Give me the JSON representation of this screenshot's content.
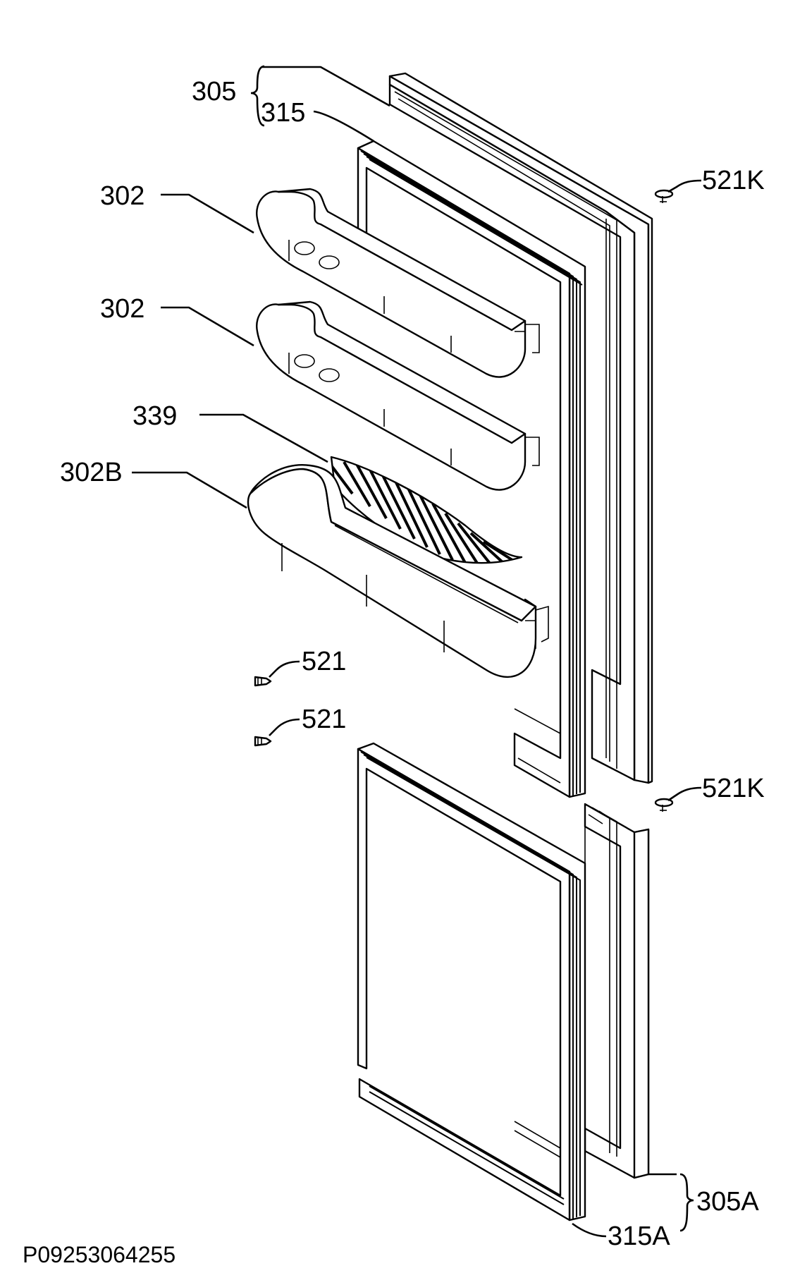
{
  "diagram": {
    "drawing_code": "P09253064255",
    "callouts": {
      "door_upper": "305",
      "gasket_upper": "315",
      "shelf_top": "302",
      "shelf_middle": "302",
      "divider": "339",
      "shelf_bottom": "302B",
      "hinge_pin_upper": "521K",
      "hinge_pin_lower": "521K",
      "screw_upper": "521",
      "screw_lower": "521",
      "door_lower": "305A",
      "gasket_lower": "315A"
    }
  }
}
